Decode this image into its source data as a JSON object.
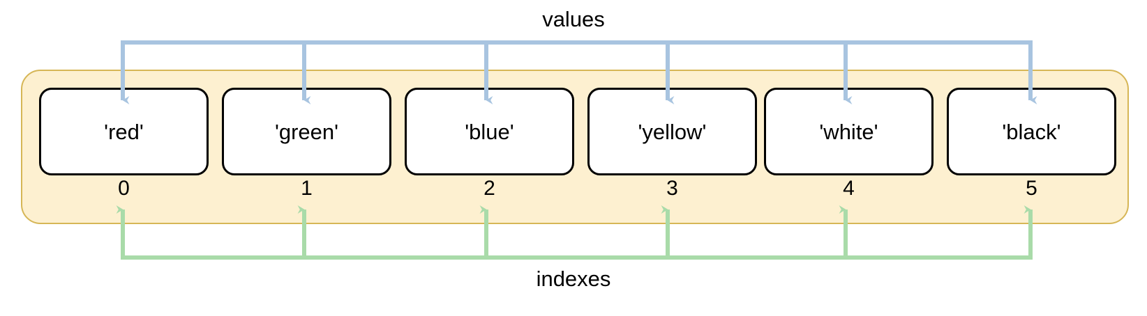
{
  "diagram": {
    "title_top": "values",
    "title_bottom": "indexes",
    "colors": {
      "container_fill": "#fdf0d0",
      "container_border": "#d6b656",
      "cell_fill": "#ffffff",
      "cell_border": "#000000",
      "values_arrow": "#a8c4e0",
      "indexes_arrow": "#a9dba9",
      "text": "#000000",
      "background": "#ffffff"
    }
  },
  "array": {
    "values": [
      "'red'",
      "'green'",
      "'blue'",
      "'yellow'",
      "'white'",
      "'black'"
    ],
    "indexes": [
      "0",
      "1",
      "2",
      "3",
      "4",
      "5"
    ],
    "length": 6
  }
}
